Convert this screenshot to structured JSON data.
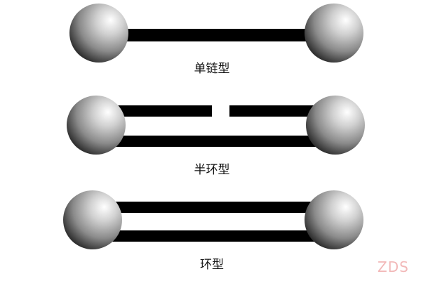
{
  "diagram": {
    "types": [
      {
        "label": "单链型"
      },
      {
        "label": "半环型"
      },
      {
        "label": "环型"
      }
    ]
  },
  "watermark": {
    "text": "ZDS"
  },
  "colors": {
    "bar": "#000000",
    "sphere_light": "#ffffff",
    "sphere_mid": "#9a9a9a",
    "sphere_dark": "#1c1c1c",
    "watermark": "#f2b8b8"
  }
}
